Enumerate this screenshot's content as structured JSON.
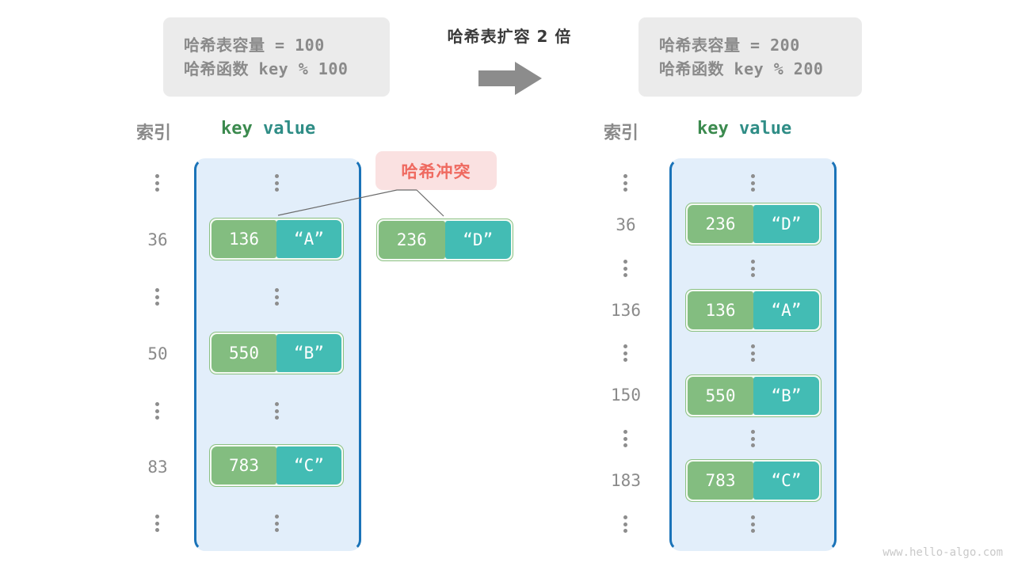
{
  "title_note": "哈希表扩容 2 倍",
  "arrow_icon": "right-arrow-icon",
  "before": {
    "info": {
      "capacity_line": "哈希表容量 = 100",
      "function_line": "哈希函数 key % 100"
    },
    "headers": {
      "index": "索引",
      "key": "key",
      "value": "value"
    },
    "rows": [
      {
        "index": "⋮",
        "type": "ellipsis"
      },
      {
        "index": "36",
        "type": "pair",
        "key": "136",
        "value": "“A”"
      },
      {
        "index": "⋮",
        "type": "ellipsis"
      },
      {
        "index": "50",
        "type": "pair",
        "key": "550",
        "value": "“B”"
      },
      {
        "index": "⋮",
        "type": "ellipsis"
      },
      {
        "index": "83",
        "type": "pair",
        "key": "783",
        "value": "“C”"
      },
      {
        "index": "⋮",
        "type": "ellipsis"
      }
    ]
  },
  "collision": {
    "badge_label": "哈希冲突",
    "pair": {
      "key": "236",
      "value": "“D”"
    }
  },
  "after": {
    "info": {
      "capacity_line": "哈希表容量 = 200",
      "function_line": "哈希函数 key % 200"
    },
    "headers": {
      "index": "索引",
      "key": "key",
      "value": "value"
    },
    "rows": [
      {
        "index": "⋮",
        "type": "ellipsis"
      },
      {
        "index": "36",
        "type": "pair",
        "key": "236",
        "value": "“D”"
      },
      {
        "index": "⋮",
        "type": "ellipsis"
      },
      {
        "index": "136",
        "type": "pair",
        "key": "136",
        "value": "“A”"
      },
      {
        "index": "⋮",
        "type": "ellipsis"
      },
      {
        "index": "150",
        "type": "pair",
        "key": "550",
        "value": "“B”"
      },
      {
        "index": "⋮",
        "type": "ellipsis"
      },
      {
        "index": "183",
        "type": "pair",
        "key": "783",
        "value": "“C”"
      },
      {
        "index": "⋮",
        "type": "ellipsis"
      }
    ]
  },
  "watermark": "www.hello-algo.com",
  "colors": {
    "key_fill": "#83bd80",
    "value_fill": "#43bcb4",
    "bucket_fill": "#e2eefa",
    "bucket_border": "#1a73b8",
    "badge_fill": "#fae1e1",
    "badge_text": "#ef6a60",
    "info_fill": "#ebebeb",
    "muted_text": "#8a8a8a"
  }
}
